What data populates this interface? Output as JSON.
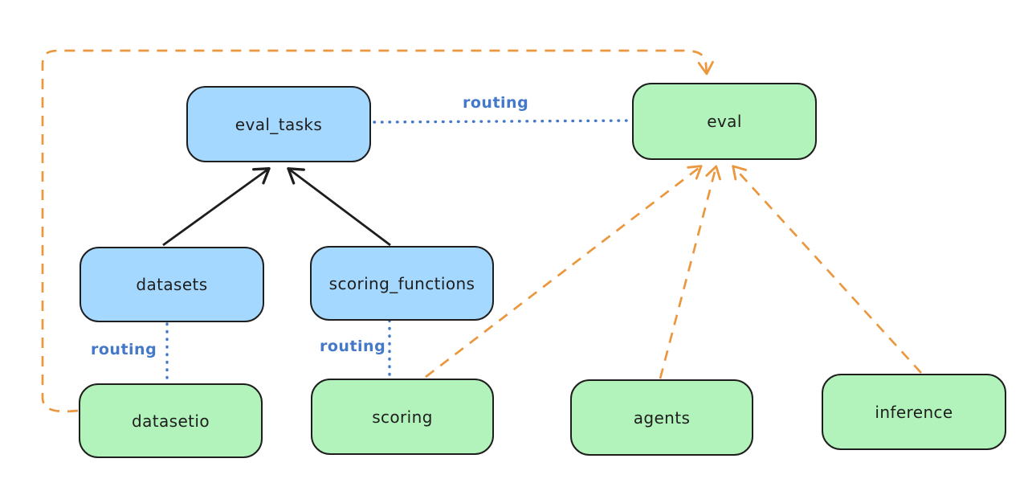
{
  "nodes": {
    "eval_tasks": {
      "label": "eval_tasks",
      "fill": "#a5d8ff"
    },
    "datasets": {
      "label": "datasets",
      "fill": "#a5d8ff"
    },
    "scoring_functions": {
      "label": "scoring_functions",
      "fill": "#a5d8ff"
    },
    "eval": {
      "label": "eval",
      "fill": "#b2f2bb"
    },
    "datasetio": {
      "label": "datasetio",
      "fill": "#b2f2bb"
    },
    "scoring": {
      "label": "scoring",
      "fill": "#b2f2bb"
    },
    "agents": {
      "label": "agents",
      "fill": "#b2f2bb"
    },
    "inference": {
      "label": "inference",
      "fill": "#b2f2bb"
    }
  },
  "edges": [
    {
      "from": "datasets",
      "to": "eval_tasks",
      "style": "solid-black-arrow"
    },
    {
      "from": "scoring_functions",
      "to": "eval_tasks",
      "style": "solid-black-arrow"
    },
    {
      "from": "eval_tasks",
      "to": "eval",
      "style": "blue-dotted",
      "label": "routing"
    },
    {
      "from": "datasets",
      "to": "datasetio",
      "style": "blue-dotted",
      "label": "routing"
    },
    {
      "from": "scoring_functions",
      "to": "scoring",
      "style": "blue-dotted",
      "label": "routing"
    },
    {
      "from": "datasetio",
      "to": "eval",
      "style": "orange-dashed-arrow"
    },
    {
      "from": "scoring",
      "to": "eval",
      "style": "orange-dashed-arrow"
    },
    {
      "from": "agents",
      "to": "eval",
      "style": "orange-dashed-arrow"
    },
    {
      "from": "inference",
      "to": "eval",
      "style": "orange-dashed-arrow"
    }
  ],
  "colors": {
    "api_fill": "#a5d8ff",
    "provider_fill": "#b2f2bb",
    "stroke": "#1e1e1e",
    "routing": "#4478c9",
    "orange": "#eb973d"
  }
}
